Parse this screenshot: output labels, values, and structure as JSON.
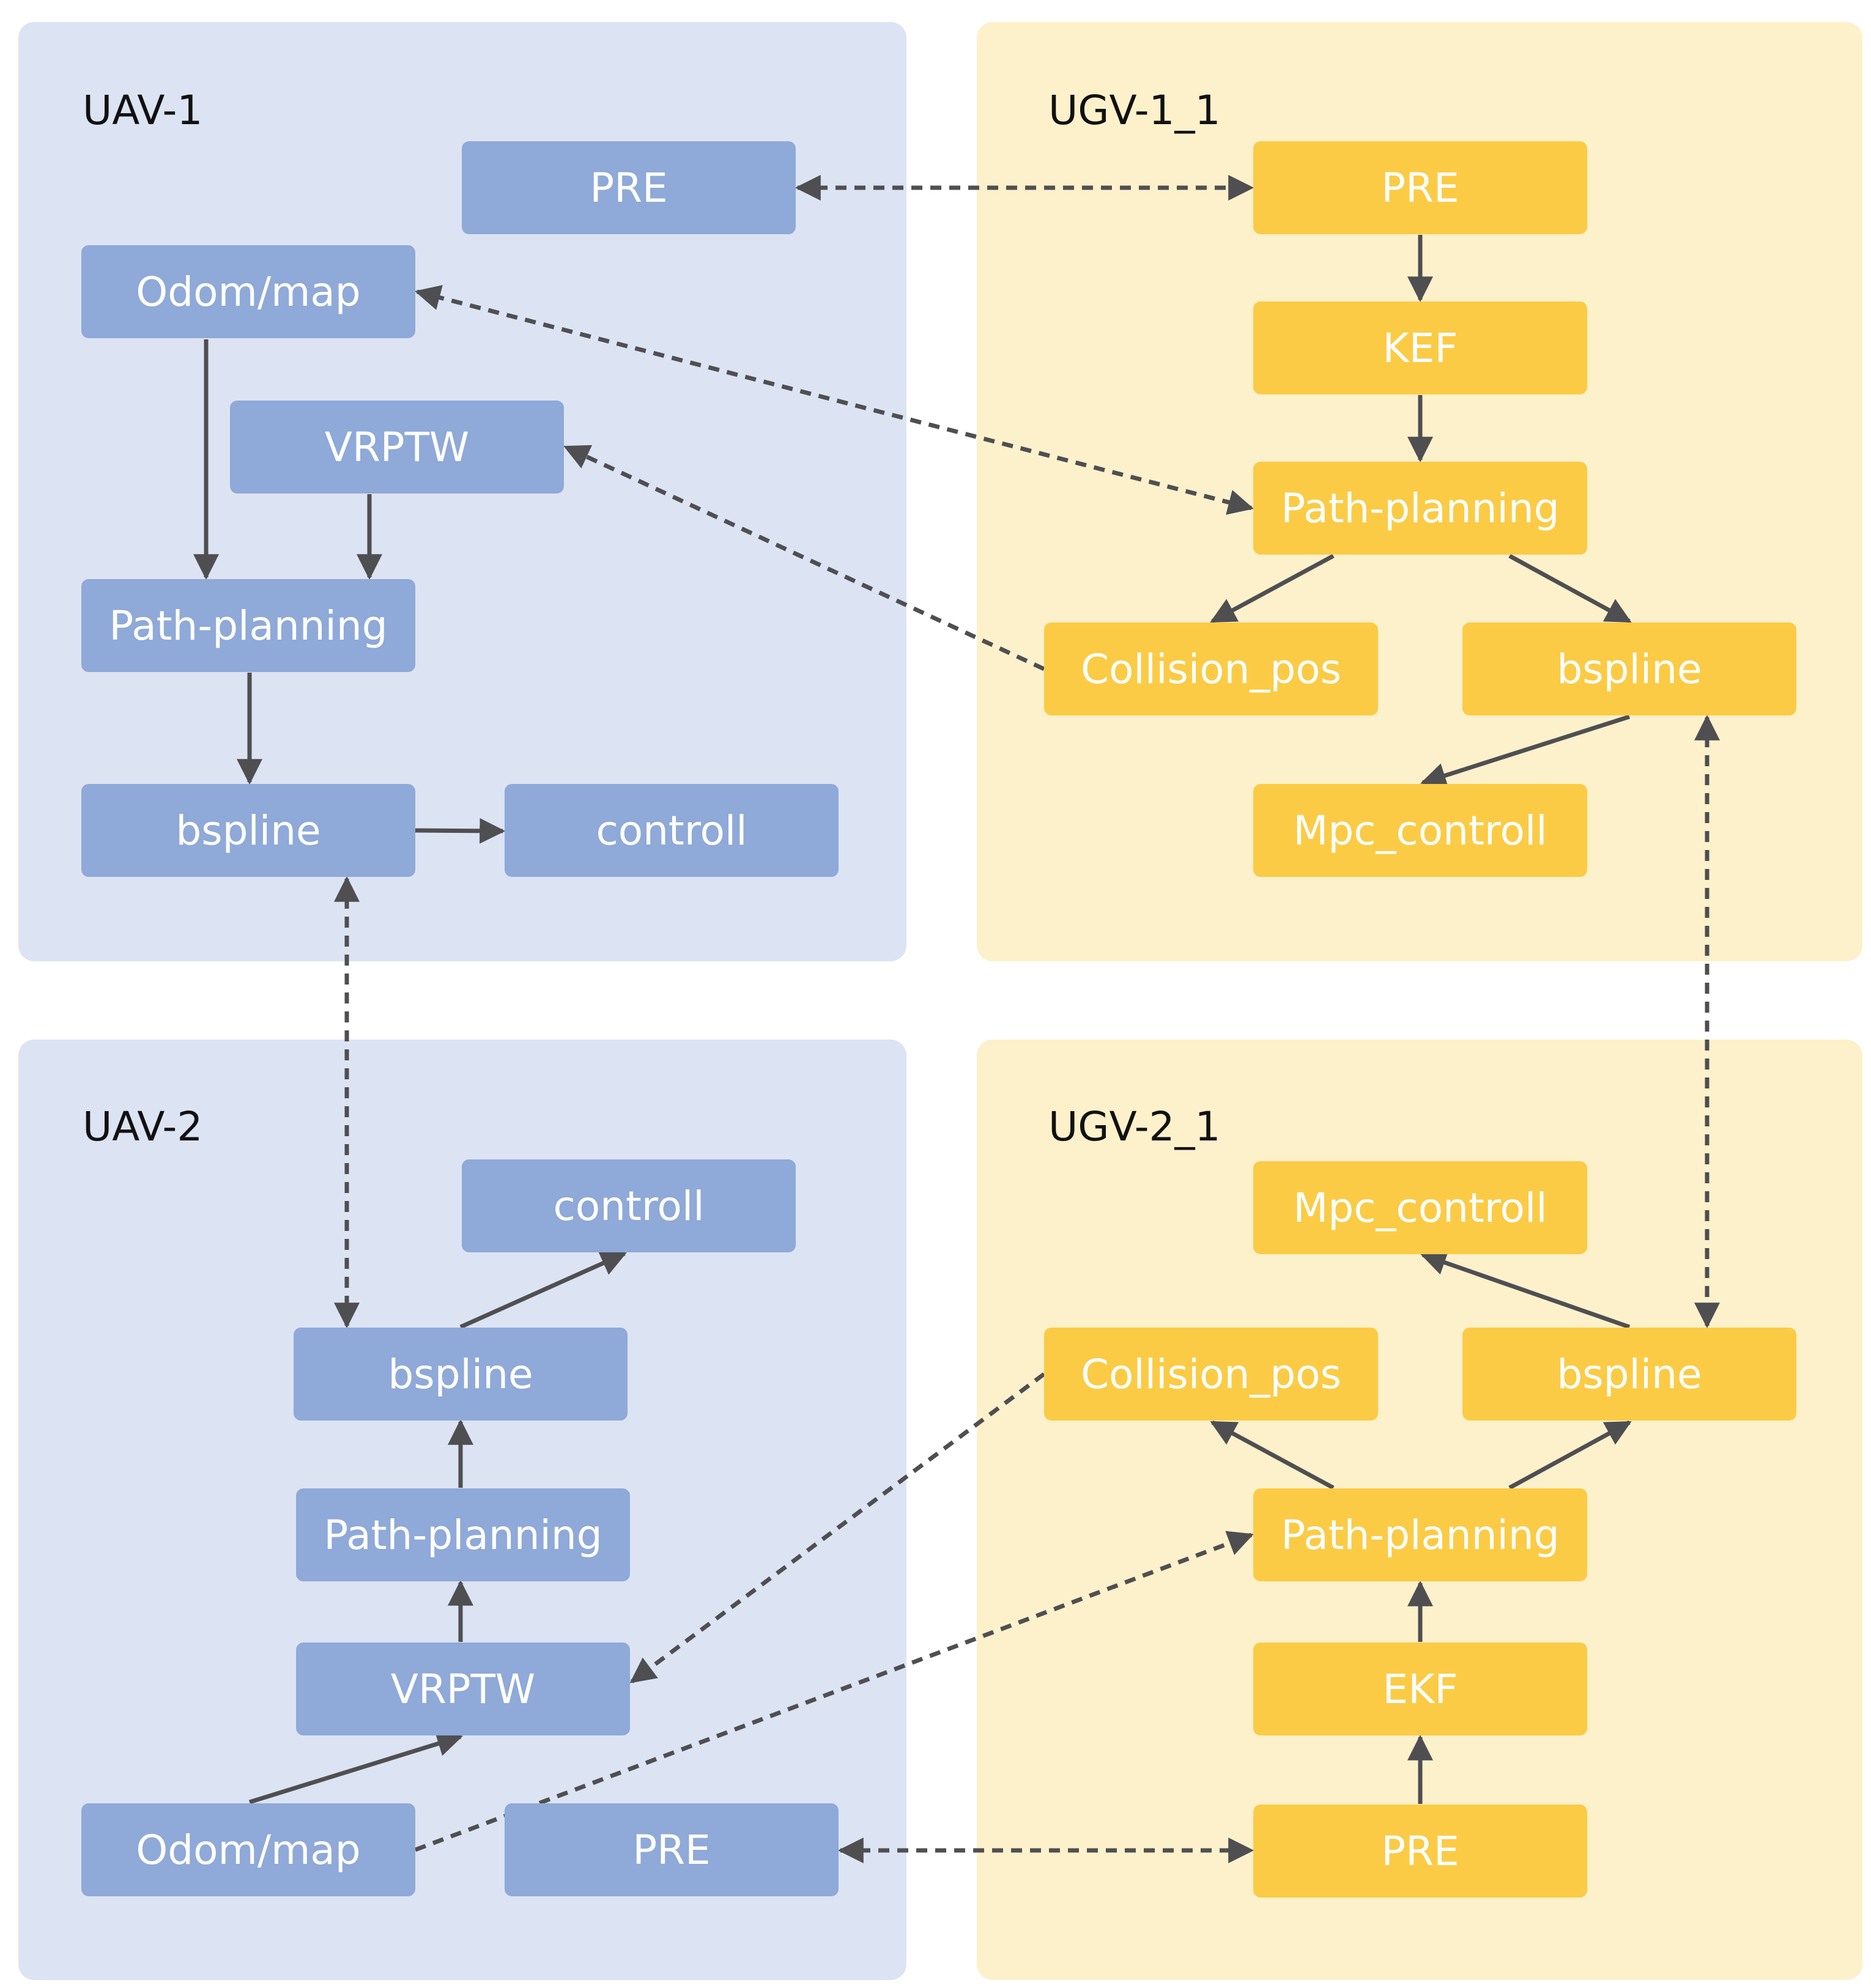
{
  "colors": {
    "uav_panel": "#dce3f3",
    "ugv_panel": "#fdf1cb",
    "uav_node": "#8fa9d8",
    "ugv_node": "#fbcb45",
    "edge": "#4f4f52"
  },
  "panels": {
    "uav1": {
      "title": "UAV-1"
    },
    "ugv1": {
      "title": "UGV-1_1"
    },
    "uav2": {
      "title": "UAV-2"
    },
    "ugv2": {
      "title": "UGV-2_1"
    }
  },
  "nodes": {
    "uav1_pre": "PRE",
    "uav1_odom": "Odom/map",
    "uav1_vrptw": "VRPTW",
    "uav1_path": "Path-planning",
    "uav1_bspline": "bspline",
    "uav1_controll": "controll",
    "ugv1_pre": "PRE",
    "ugv1_kef": "KEF",
    "ugv1_path": "Path-planning",
    "ugv1_collision": "Collision_pos",
    "ugv1_bspline": "bspline",
    "ugv1_mpc": "Mpc_controll",
    "uav2_controll": "controll",
    "uav2_bspline": "bspline",
    "uav2_path": "Path-planning",
    "uav2_vrptw": "VRPTW",
    "uav2_odom": "Odom/map",
    "uav2_pre": "PRE",
    "ugv2_mpc": "Mpc_controll",
    "ugv2_collision": "Collision_pos",
    "ugv2_bspline": "bspline",
    "ugv2_path": "Path-planning",
    "ugv2_ekf": "EKF",
    "ugv2_pre": "PRE"
  },
  "edges": [
    {
      "from": "uav1_odom",
      "to": "uav1_path",
      "style": "solid",
      "direction": "forward"
    },
    {
      "from": "uav1_vrptw",
      "to": "uav1_path",
      "style": "solid",
      "direction": "forward"
    },
    {
      "from": "uav1_path",
      "to": "uav1_bspline",
      "style": "solid",
      "direction": "forward"
    },
    {
      "from": "uav1_bspline",
      "to": "uav1_controll",
      "style": "solid",
      "direction": "forward"
    },
    {
      "from": "ugv1_pre",
      "to": "ugv1_kef",
      "style": "solid",
      "direction": "forward"
    },
    {
      "from": "ugv1_kef",
      "to": "ugv1_path",
      "style": "solid",
      "direction": "forward"
    },
    {
      "from": "ugv1_path",
      "to": "ugv1_collision",
      "style": "solid",
      "direction": "forward"
    },
    {
      "from": "ugv1_path",
      "to": "ugv1_bspline",
      "style": "solid",
      "direction": "forward"
    },
    {
      "from": "ugv1_bspline",
      "to": "ugv1_mpc",
      "style": "solid",
      "direction": "forward"
    },
    {
      "from": "uav2_bspline",
      "to": "uav2_controll",
      "style": "solid",
      "direction": "forward"
    },
    {
      "from": "uav2_path",
      "to": "uav2_bspline",
      "style": "solid",
      "direction": "forward"
    },
    {
      "from": "uav2_vrptw",
      "to": "uav2_path",
      "style": "solid",
      "direction": "forward"
    },
    {
      "from": "uav2_odom",
      "to": "uav2_vrptw",
      "style": "solid",
      "direction": "forward"
    },
    {
      "from": "ugv2_pre",
      "to": "ugv2_ekf",
      "style": "solid",
      "direction": "forward"
    },
    {
      "from": "ugv2_ekf",
      "to": "ugv2_path",
      "style": "solid",
      "direction": "forward"
    },
    {
      "from": "ugv2_path",
      "to": "ugv2_collision",
      "style": "solid",
      "direction": "forward"
    },
    {
      "from": "ugv2_path",
      "to": "ugv2_bspline",
      "style": "solid",
      "direction": "forward"
    },
    {
      "from": "ugv2_bspline",
      "to": "ugv2_mpc",
      "style": "solid",
      "direction": "forward"
    },
    {
      "from": "uav1_pre",
      "to": "ugv1_pre",
      "style": "dashed",
      "direction": "both"
    },
    {
      "from": "ugv1_path",
      "to": "uav1_odom",
      "style": "dashed",
      "direction": "both"
    },
    {
      "from": "ugv1_collision",
      "to": "uav1_vrptw",
      "style": "dashed",
      "direction": "forward"
    },
    {
      "from": "uav1_bspline",
      "to": "uav2_bspline",
      "style": "dashed",
      "direction": "both"
    },
    {
      "from": "ugv1_bspline",
      "to": "ugv2_bspline",
      "style": "dashed",
      "direction": "both"
    },
    {
      "from": "ugv2_collision",
      "to": "uav2_vrptw",
      "style": "dashed",
      "direction": "forward"
    },
    {
      "from": "uav2_odom",
      "to": "ugv2_path",
      "style": "dashed",
      "direction": "forward"
    },
    {
      "from": "uav2_pre",
      "to": "ugv2_pre",
      "style": "dashed",
      "direction": "both"
    }
  ]
}
